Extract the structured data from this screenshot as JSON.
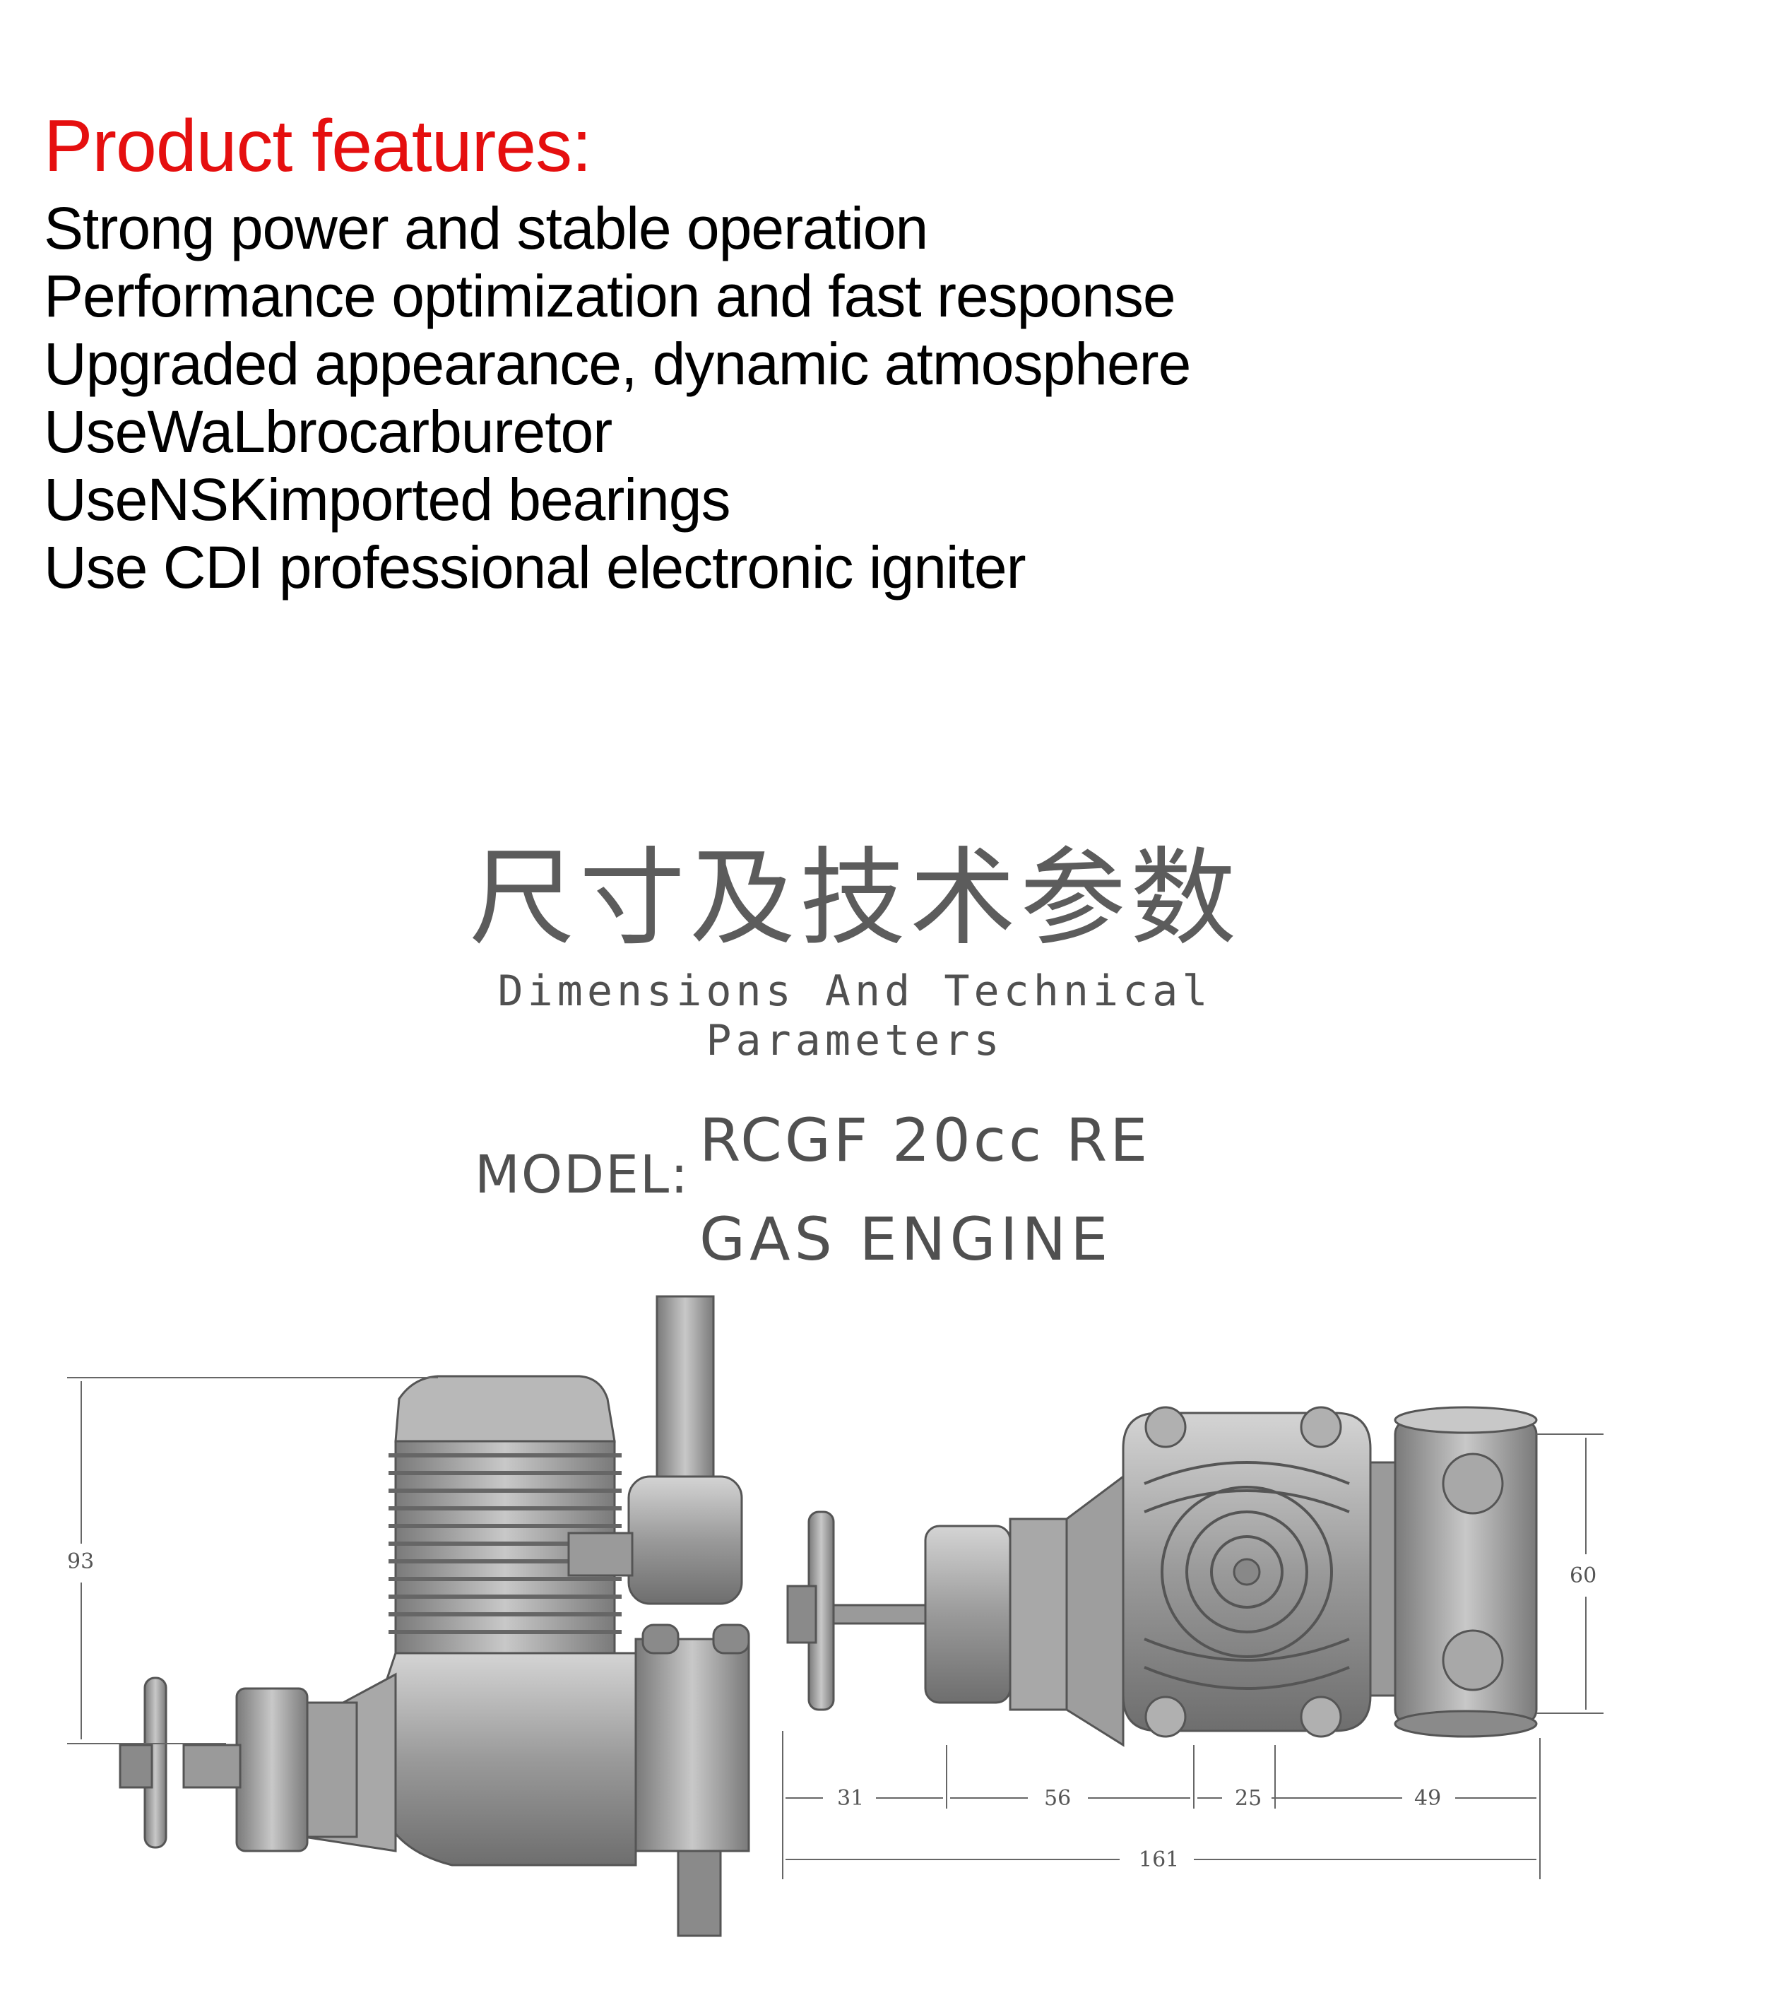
{
  "features": {
    "heading": "Product features:",
    "items": [
      "Strong power and stable operation",
      "Performance optimization and fast response",
      "Upgraded appearance, dynamic atmosphere",
      "UseWaLbrocarburetor",
      "UseNSKimported bearings",
      "Use CDI professional electronic igniter"
    ]
  },
  "spec": {
    "title_cn": "尺寸及技术参数",
    "title_en": "Dimensions And Technical Parameters",
    "model_label": "MODEL:",
    "model_line1": "RCGF 20cc RE",
    "model_line2": "GAS ENGINE"
  },
  "dimensions": {
    "height": "93",
    "width": "60",
    "seg1": "31",
    "seg2": "56",
    "seg3": "25",
    "seg4": "49",
    "total": "161"
  }
}
